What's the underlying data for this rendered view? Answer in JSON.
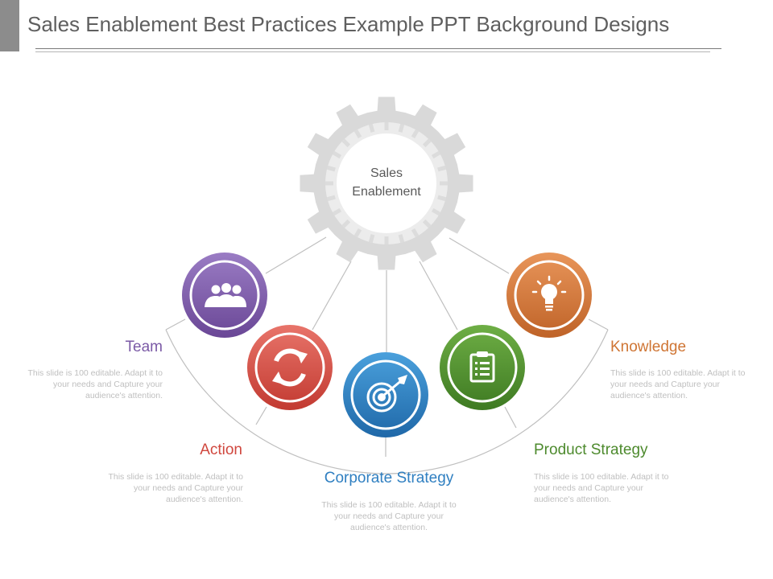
{
  "title": "Sales Enablement Best Practices Example PPT Background Designs",
  "center": {
    "line1": "Sales",
    "line2": "Enablement"
  },
  "items": [
    {
      "label": "Team",
      "desc": "This slide is 100 editable. Adapt it to your needs and Capture your audience's attention.",
      "color": "#7b5aa6",
      "icon": "team-icon"
    },
    {
      "label": "Action",
      "desc": "This slide is 100 editable. Adapt it to your needs and Capture your audience's attention.",
      "color": "#d0473e",
      "icon": "refresh-icon"
    },
    {
      "label": "Corporate Strategy",
      "desc": "This slide is 100 editable. Adapt it to your needs and Capture your audience's attention.",
      "color": "#2f7fc1",
      "icon": "target-icon"
    },
    {
      "label": "Product Strategy",
      "desc": "This slide is 100 editable. Adapt it to your needs and Capture your audience's attention.",
      "color": "#4d8a2d",
      "icon": "clipboard-icon"
    },
    {
      "label": "Knowledge",
      "desc": "This slide is 100 editable. Adapt it to your needs and Capture your audience's attention.",
      "color": "#cf7534",
      "icon": "lightbulb-icon"
    }
  ],
  "colors": {
    "gear": "#d9d9d9",
    "connector": "#bfbfbf"
  }
}
